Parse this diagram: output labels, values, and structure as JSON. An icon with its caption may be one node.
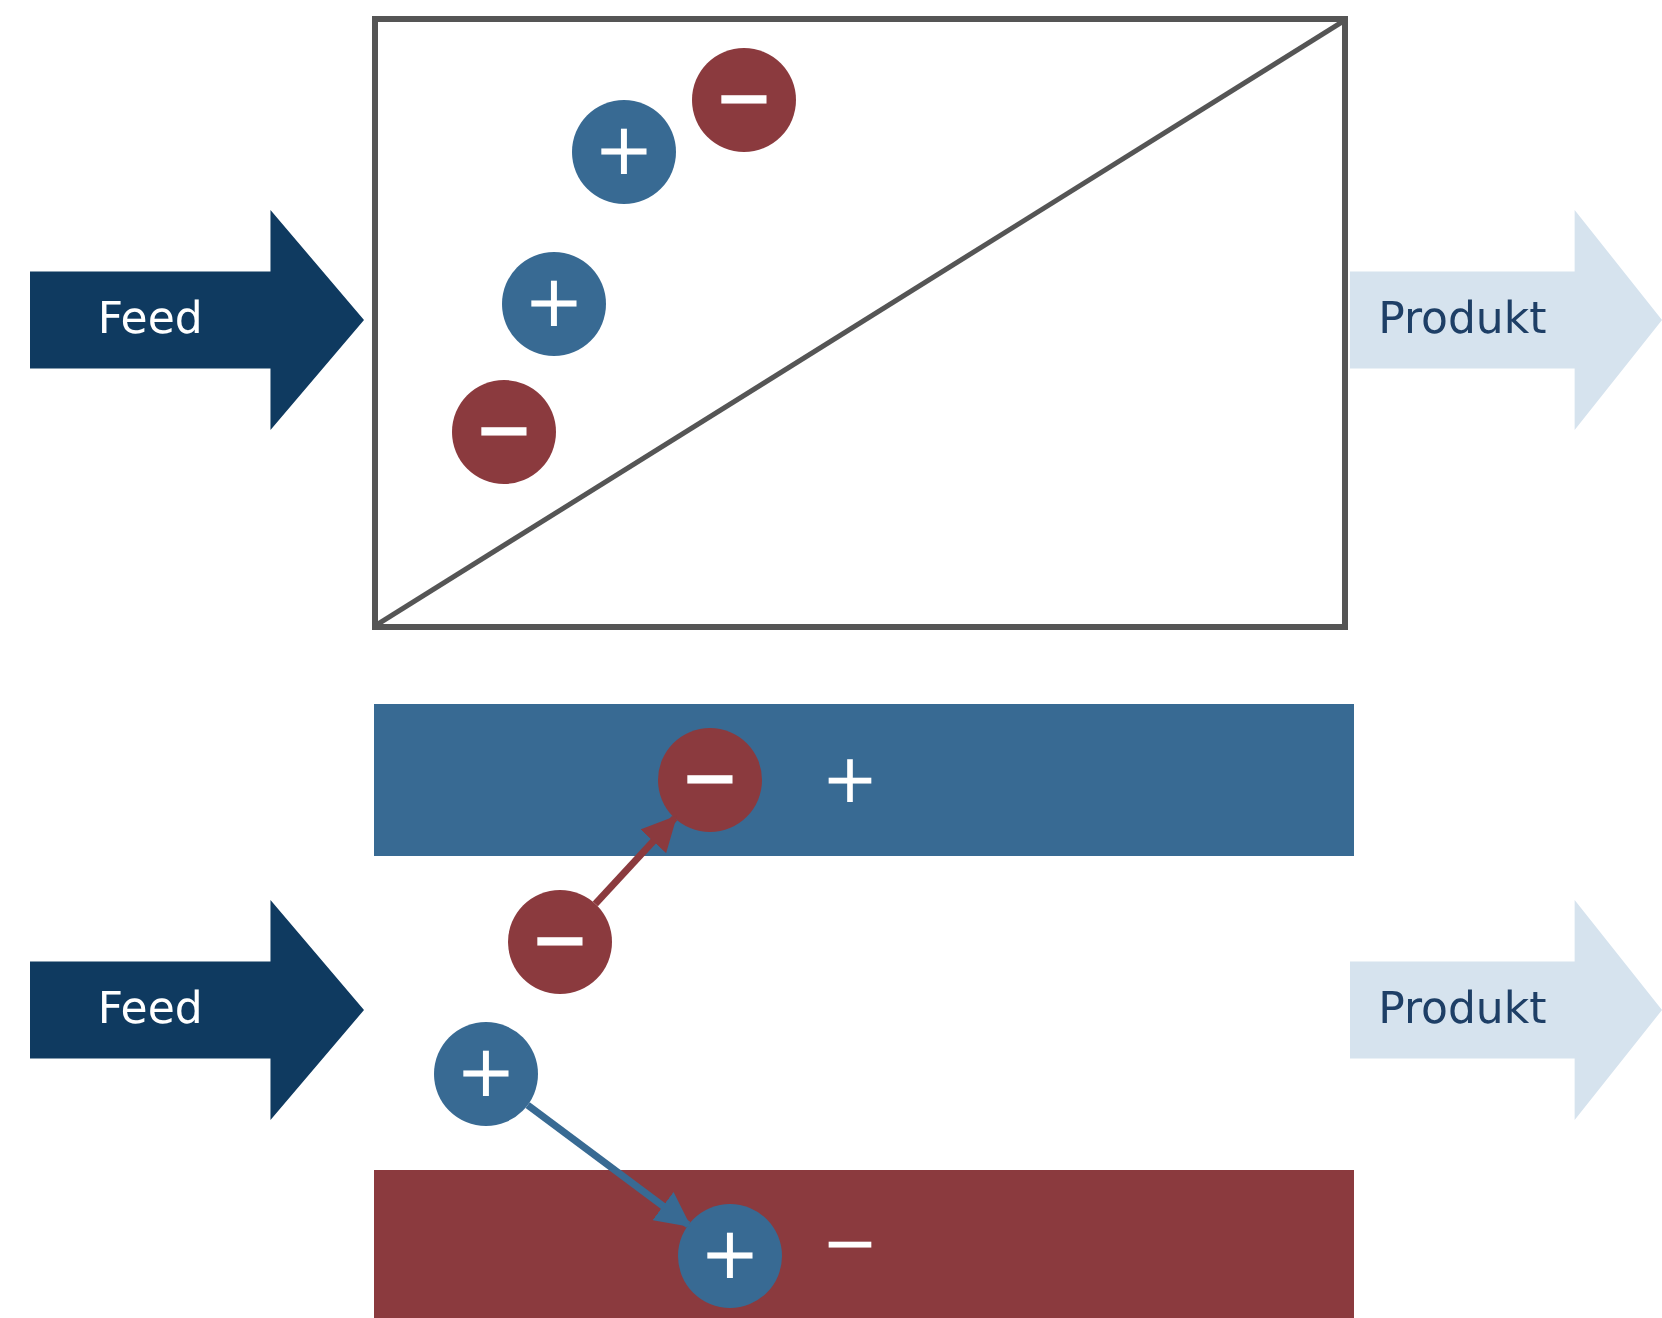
{
  "diagram": {
    "nodes": [
      {
        "text": [
          "Feed"
        ]
      },
      {
        "text": [],
        "shape": "box"
      },
      {
        "text": [
          "Produkt"
        ]
      },
      {
        "text": [
          "−"
        ],
        "in": 1
      },
      {
        "text": [
          "+"
        ],
        "in": 1
      },
      {
        "text": [
          "+"
        ],
        "in": 1
      },
      {
        "text": [
          "−"
        ],
        "in": 1
      },
      {
        "text": [
          "Feed"
        ]
      },
      {
        "text": [
          "+"
        ]
      },
      {
        "text": [
          "−"
        ],
        "in": 8
      },
      {
        "text": [
          "Produkt"
        ]
      },
      {
        "text": [
          "−"
        ]
      },
      {
        "text": [
          "+"
        ]
      },
      {
        "text": [
          "−"
        ]
      },
      {
        "text": [
          "+"
        ],
        "in": 13
      }
    ],
    "edges": [
      {
        "from": 11,
        "to": 9,
        "arrow": "to",
        "color": "#8b3a3e"
      },
      {
        "from": 12,
        "to": 14,
        "arrow": "to",
        "color": "#386a93"
      }
    ]
  }
}
